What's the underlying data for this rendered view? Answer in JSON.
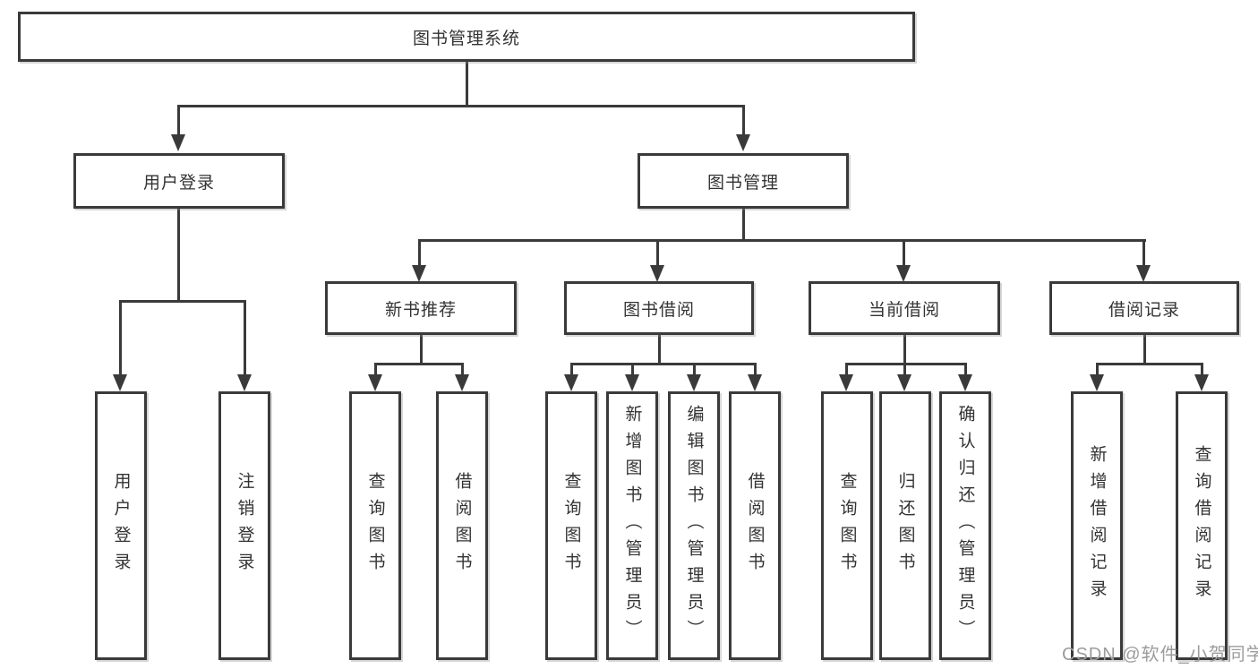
{
  "diagram": {
    "title": "图书管理系统",
    "watermark": "CSDN @软件_小贺同学",
    "colors": {
      "line": "#3a3a3a",
      "text": "#333333",
      "box_background": "#ffffff",
      "page_background": "#ffffff",
      "watermark": "#9c9c9c"
    },
    "root": {
      "label": "图书管理系统"
    },
    "branches": [
      {
        "label": "用户登录",
        "children": [
          {
            "label": "用户登录"
          },
          {
            "label": "注销登录"
          }
        ]
      },
      {
        "label": "图书管理",
        "children": [
          {
            "label": "新书推荐",
            "children": [
              {
                "label": "查询图书"
              },
              {
                "label": "借阅图书"
              }
            ]
          },
          {
            "label": "图书借阅",
            "children": [
              {
                "label": "查询图书"
              },
              {
                "label": "新增图书（管理员）"
              },
              {
                "label": "编辑图书（管理员）"
              },
              {
                "label": "借阅图书"
              }
            ]
          },
          {
            "label": "当前借阅",
            "children": [
              {
                "label": "查询图书"
              },
              {
                "label": "归还图书"
              },
              {
                "label": "确认归还（管理员）"
              }
            ]
          },
          {
            "label": "借阅记录",
            "children": [
              {
                "label": "新增借阅记录"
              },
              {
                "label": "查询借阅记录"
              }
            ]
          }
        ]
      }
    ]
  }
}
